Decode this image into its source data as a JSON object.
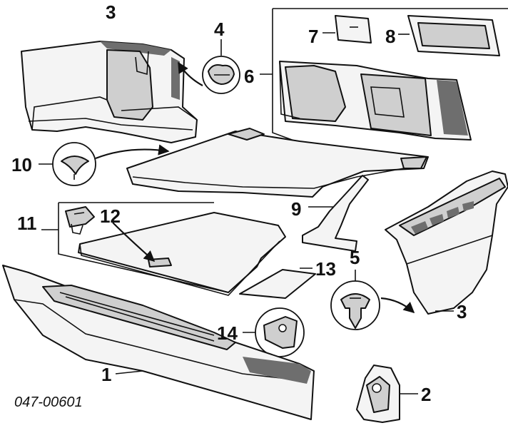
{
  "diagram_code": "047-00601",
  "callouts": {
    "c1": "1",
    "c2": "2",
    "c3_top": "3",
    "c3_right": "3",
    "c4": "4",
    "c5": "5",
    "c6": "6",
    "c7": "7",
    "c8": "8",
    "c9": "9",
    "c10": "10",
    "c11": "11",
    "c12": "12",
    "c13": "13",
    "c14": "14"
  }
}
